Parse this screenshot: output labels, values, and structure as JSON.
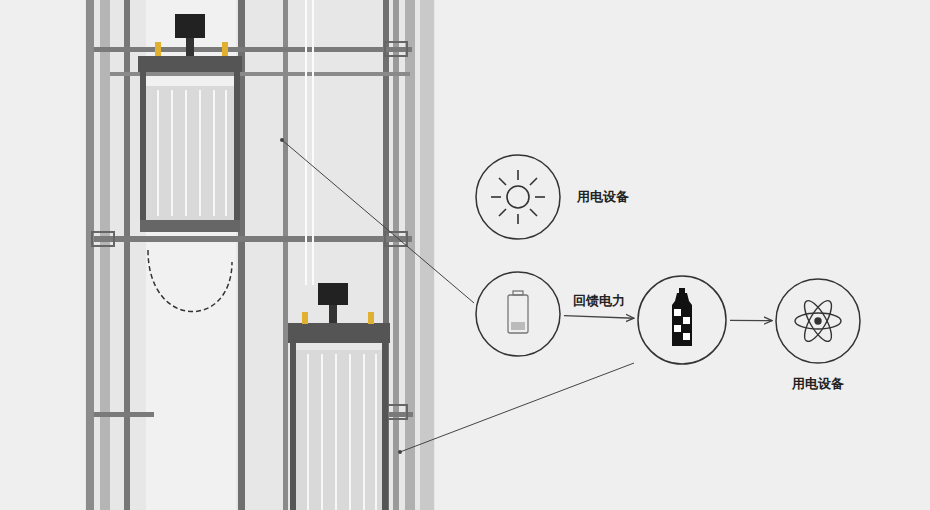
{
  "diagram": {
    "nodes": [
      {
        "text": [
          "用电设备"
        ]
      },
      {
        "text": []
      },
      {
        "text": []
      },
      {
        "text": [
          "用电设备"
        ]
      }
    ],
    "edges": [
      {
        "from": 1,
        "to": 2,
        "label": "回馈电力",
        "arrow": "to"
      },
      {
        "from": 2,
        "to": 3,
        "arrow": "to"
      }
    ]
  }
}
